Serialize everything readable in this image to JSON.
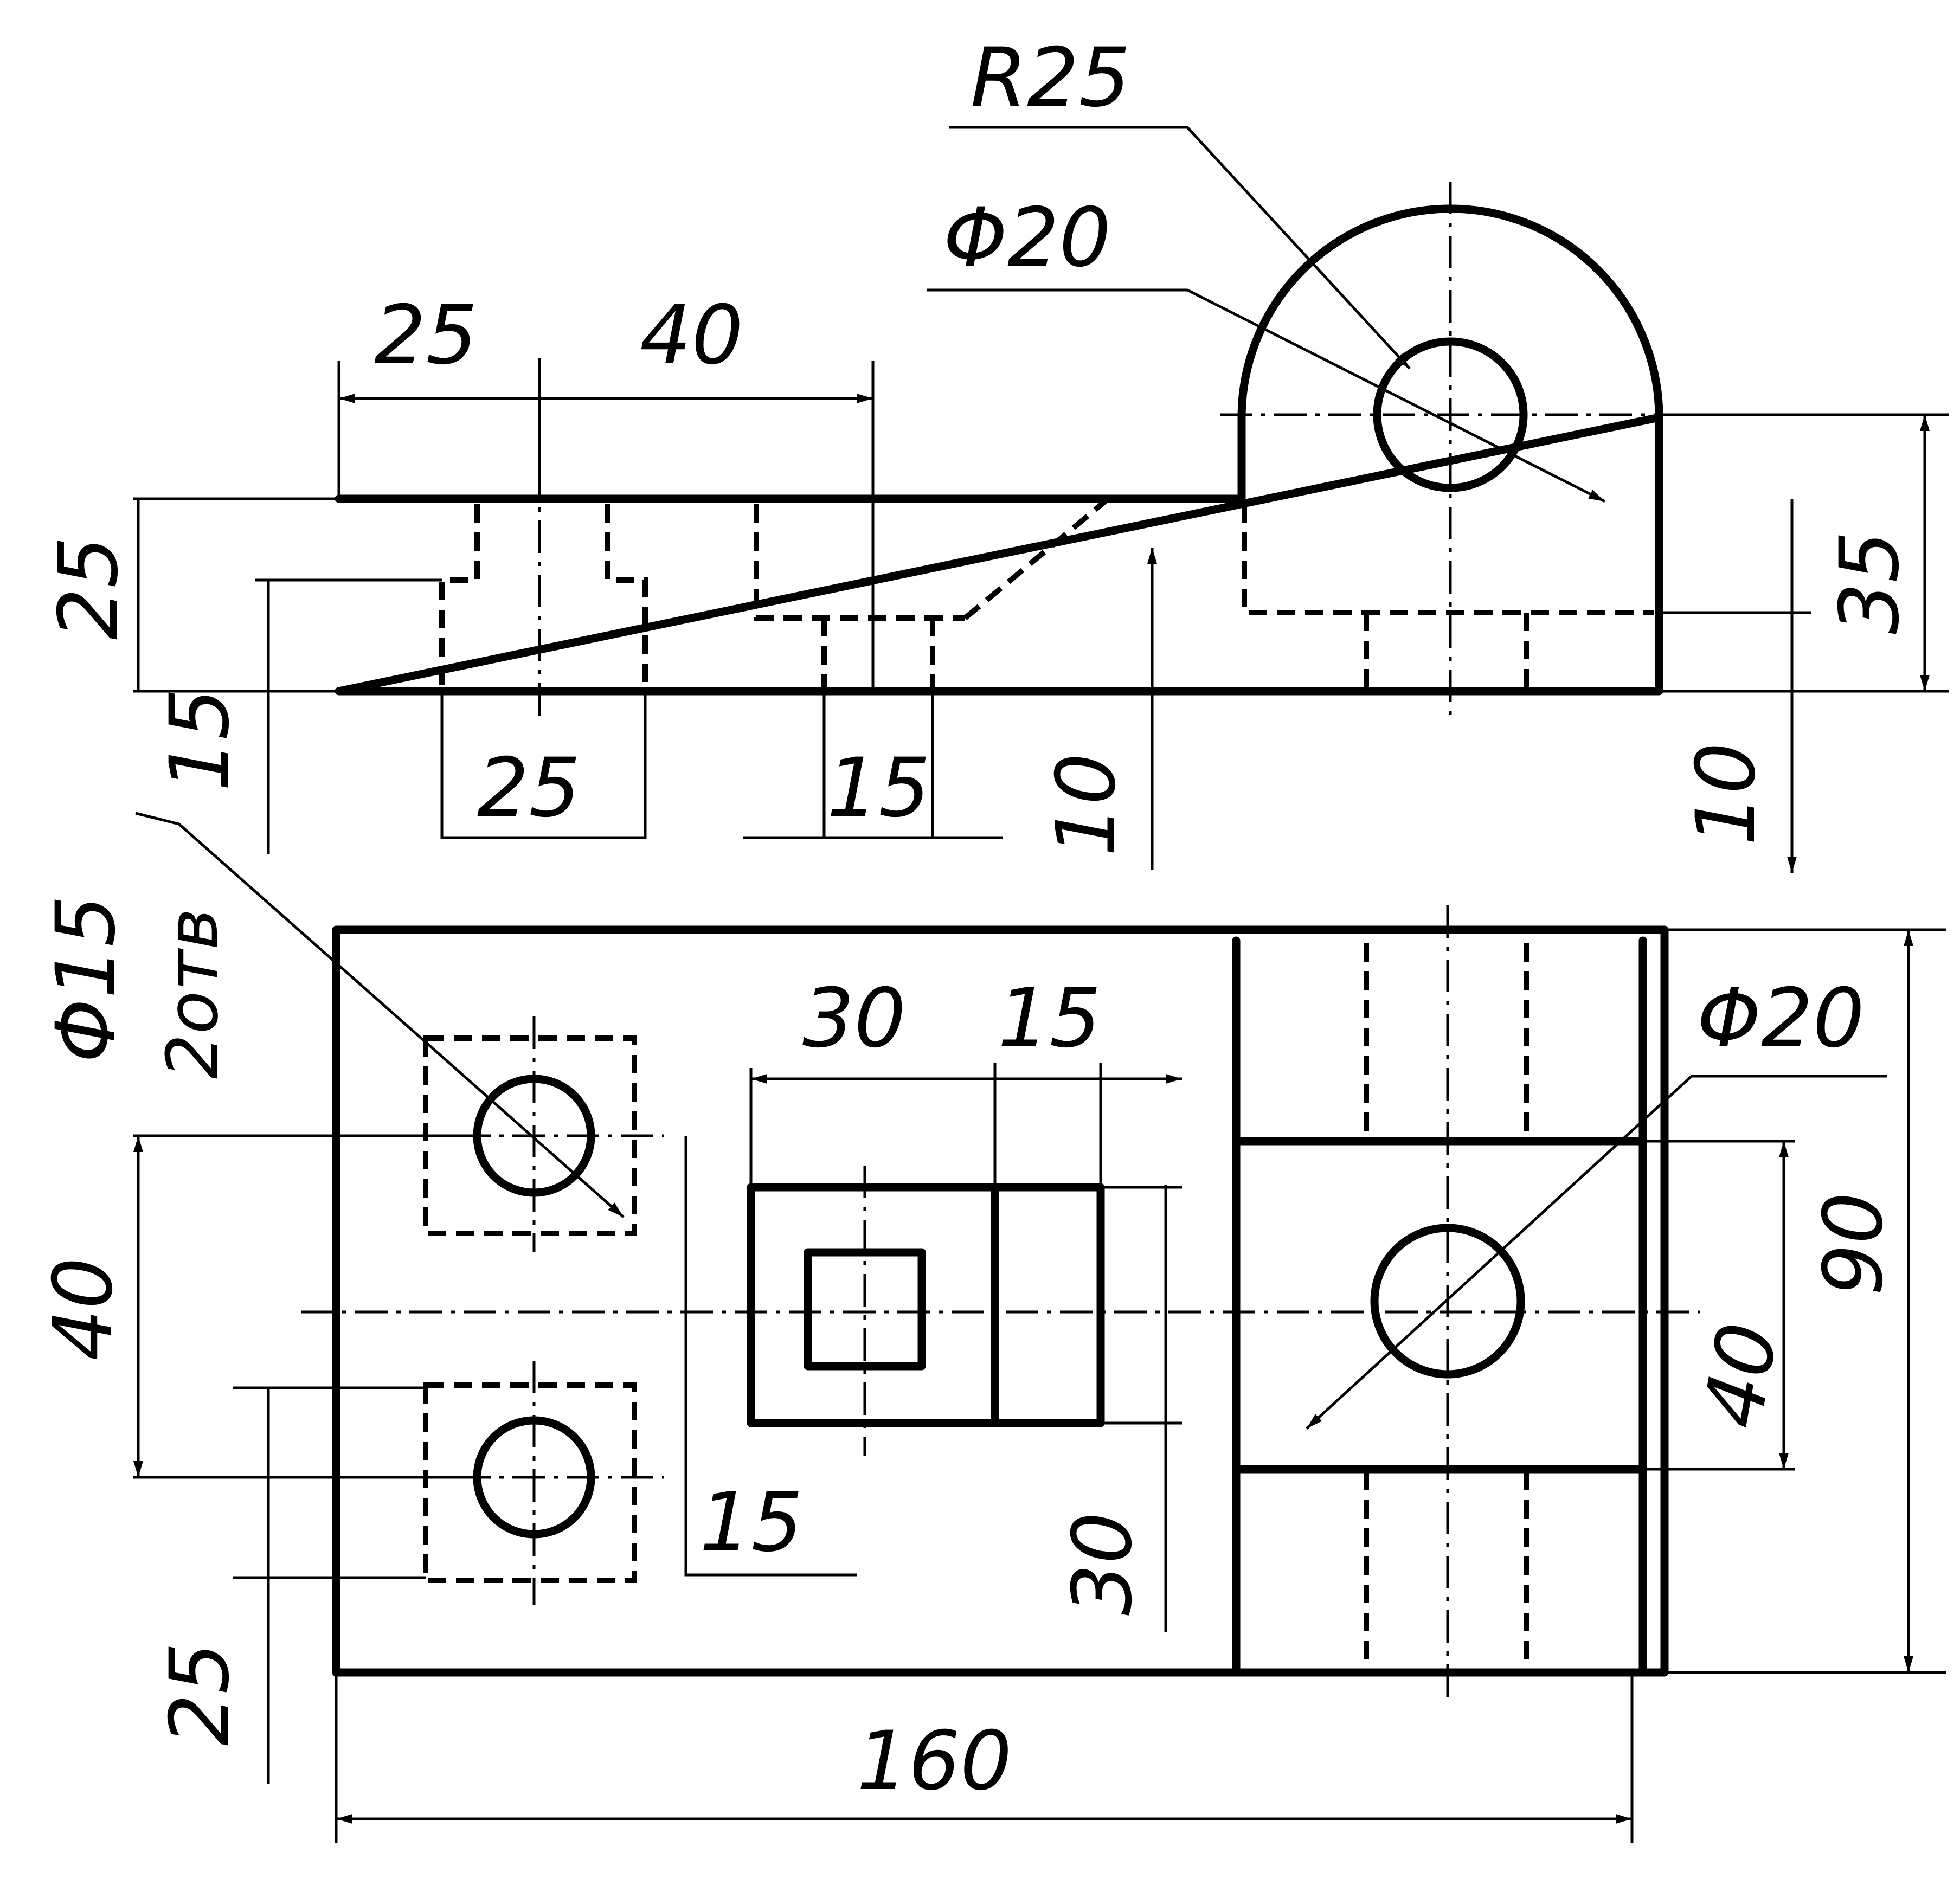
{
  "front_view": {
    "radius_label": "R25",
    "hole_diameter_label": "Φ20",
    "width_left_label": "25",
    "width_right_label": "40",
    "height_left_label": "25",
    "height_right_label": "35",
    "hole_depth_label": "15",
    "lower_width_left_label": "25",
    "lower_width_mid_label": "15",
    "step_left_label": "10",
    "step_right_label": "10"
  },
  "top_view": {
    "holes_diameter_label": "Φ15",
    "holes_count_label": "2отв",
    "square_width_label": "30",
    "square_offset_label": "15",
    "hole_spacing_label": "40",
    "hole_edge_label": "25",
    "square_left_label": "15",
    "square_height_label": "30",
    "boss_hole_label": "Φ20",
    "boss_width_label": "40",
    "total_depth_label": "90",
    "total_length_label": "160"
  }
}
